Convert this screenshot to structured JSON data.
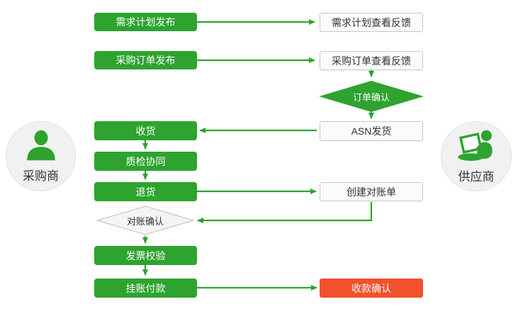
{
  "diagram": {
    "type": "flowchart",
    "actors": {
      "buyer": {
        "label": "采购商",
        "icon": "buyer-person-icon"
      },
      "supplier": {
        "label": "供应商",
        "icon": "supplier-laptop-icon"
      }
    },
    "buyer_steps": {
      "demand_plan_publish": "需求计划发布",
      "purchase_order_publish": "采购订单发布",
      "receive_goods": "收货",
      "quality_collaboration": "质检协同",
      "return_goods": "退货",
      "reconciliation_confirm": "对账确认",
      "invoice_verification": "发票校验",
      "pending_payment": "挂账付款"
    },
    "supplier_steps": {
      "demand_plan_view_feedback": "需求计划查看反馈",
      "purchase_order_view_feedback": "采购订单查看反馈",
      "order_confirm": "订单确认",
      "asn_shipment": "ASN发货",
      "create_reconciliation": "创建对账单",
      "receipt_confirm": "收款确认"
    },
    "edges": [
      {
        "from": "需求计划发布",
        "to": "需求计划查看反馈"
      },
      {
        "from": "采购订单发布",
        "to": "采购订单查看反馈"
      },
      {
        "from": "采购订单查看反馈",
        "to": "订单确认"
      },
      {
        "from": "订单确认",
        "to": "ASN发货"
      },
      {
        "from": "ASN发货",
        "to": "收货"
      },
      {
        "from": "收货",
        "to": "质检协同"
      },
      {
        "from": "质检协同",
        "to": "退货"
      },
      {
        "from": "退货",
        "to": "创建对账单"
      },
      {
        "from": "创建对账单",
        "to": "对账确认"
      },
      {
        "from": "对账确认",
        "to": "发票校验"
      },
      {
        "from": "发票校验",
        "to": "挂账付款"
      },
      {
        "from": "挂账付款",
        "to": "收款确认"
      }
    ],
    "colors": {
      "primary_green": "#2ea32f",
      "alert_red": "#f2512e",
      "white_node_bg": "#fbfbfb",
      "node_border": "#c9c9c9",
      "gray_diamond_bg": "#f4f4f4",
      "gray_diamond_border": "#bfbfbf",
      "text_dark": "#333333",
      "actor_circle_bg": "#f1f1f1"
    }
  }
}
